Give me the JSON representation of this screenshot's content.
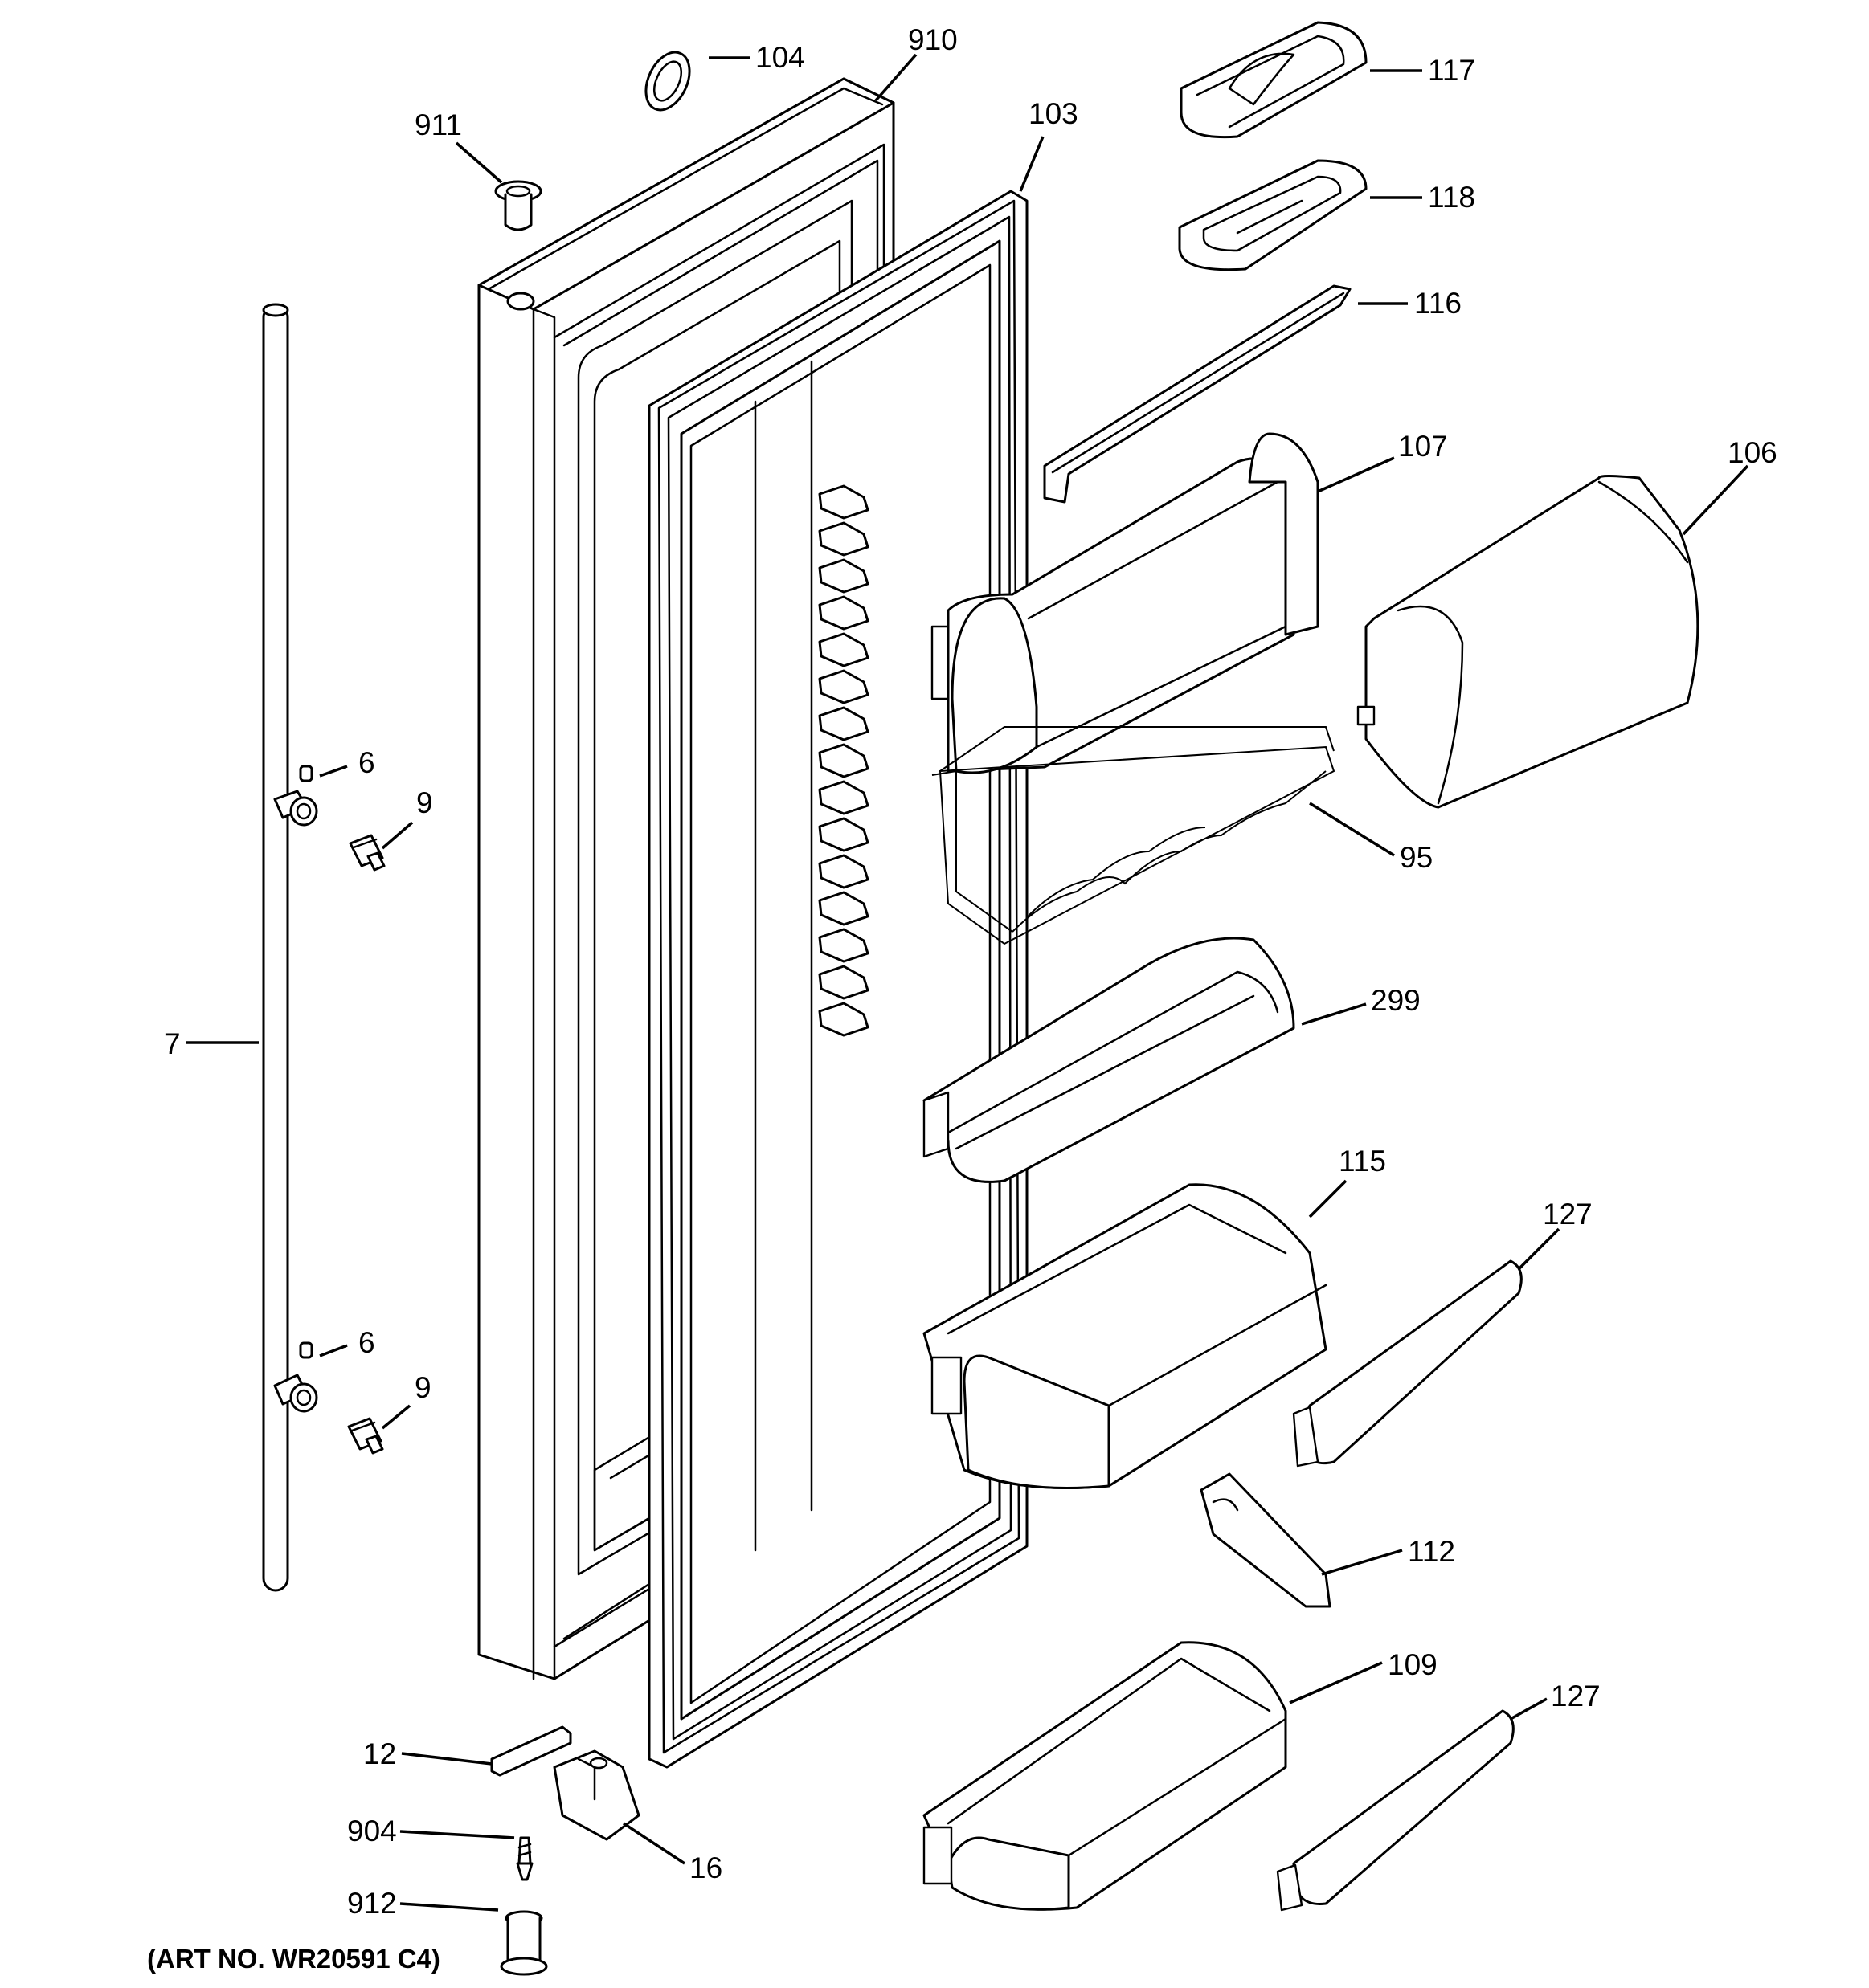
{
  "diagram": {
    "caption": "(ART NO. WR20591 C4)",
    "callouts": [
      {
        "id": "c104",
        "label": "104"
      },
      {
        "id": "c910",
        "label": "910"
      },
      {
        "id": "c911",
        "label": "911"
      },
      {
        "id": "c103",
        "label": "103"
      },
      {
        "id": "c117",
        "label": "117"
      },
      {
        "id": "c118",
        "label": "118"
      },
      {
        "id": "c116",
        "label": "116"
      },
      {
        "id": "c107",
        "label": "107"
      },
      {
        "id": "c106",
        "label": "106"
      },
      {
        "id": "c6a",
        "label": "6"
      },
      {
        "id": "c9a",
        "label": "9"
      },
      {
        "id": "c95",
        "label": "95"
      },
      {
        "id": "c299",
        "label": "299"
      },
      {
        "id": "c7",
        "label": "7"
      },
      {
        "id": "c115",
        "label": "115"
      },
      {
        "id": "c127a",
        "label": "127"
      },
      {
        "id": "c6b",
        "label": "6"
      },
      {
        "id": "c9b",
        "label": "9"
      },
      {
        "id": "c112",
        "label": "112"
      },
      {
        "id": "c109",
        "label": "109"
      },
      {
        "id": "c127b",
        "label": "127"
      },
      {
        "id": "c12",
        "label": "12"
      },
      {
        "id": "c904",
        "label": "904"
      },
      {
        "id": "c16",
        "label": "16"
      },
      {
        "id": "c912",
        "label": "912"
      }
    ]
  }
}
